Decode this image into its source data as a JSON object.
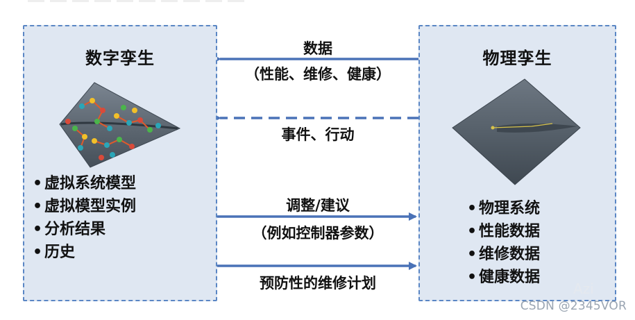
{
  "left_panel": {
    "title": "数字孪生",
    "items": [
      "虚拟系统模型",
      "虚拟模型实例",
      "分析结果",
      "历史"
    ]
  },
  "right_panel": {
    "title": "物理孪生",
    "items": [
      "物理系统",
      "性能数据",
      "维修数据",
      "健康数据"
    ]
  },
  "arrows": {
    "data_title": "数据",
    "data_subtitle": "（性能、维修、健康）",
    "events": "事件、行动",
    "adjust_title": "调整/建议",
    "adjust_subtitle": "（例如控制器参数）",
    "maintenance_plan": "预防性的维修计划"
  },
  "watermark": "Azi",
  "credit": "CSDN @2345VOR",
  "colors": {
    "panel_fill": "#dfe7f2",
    "panel_border": "#5a86c4",
    "arrow": "#4a72b7",
    "aircraft": "#5c6670"
  }
}
